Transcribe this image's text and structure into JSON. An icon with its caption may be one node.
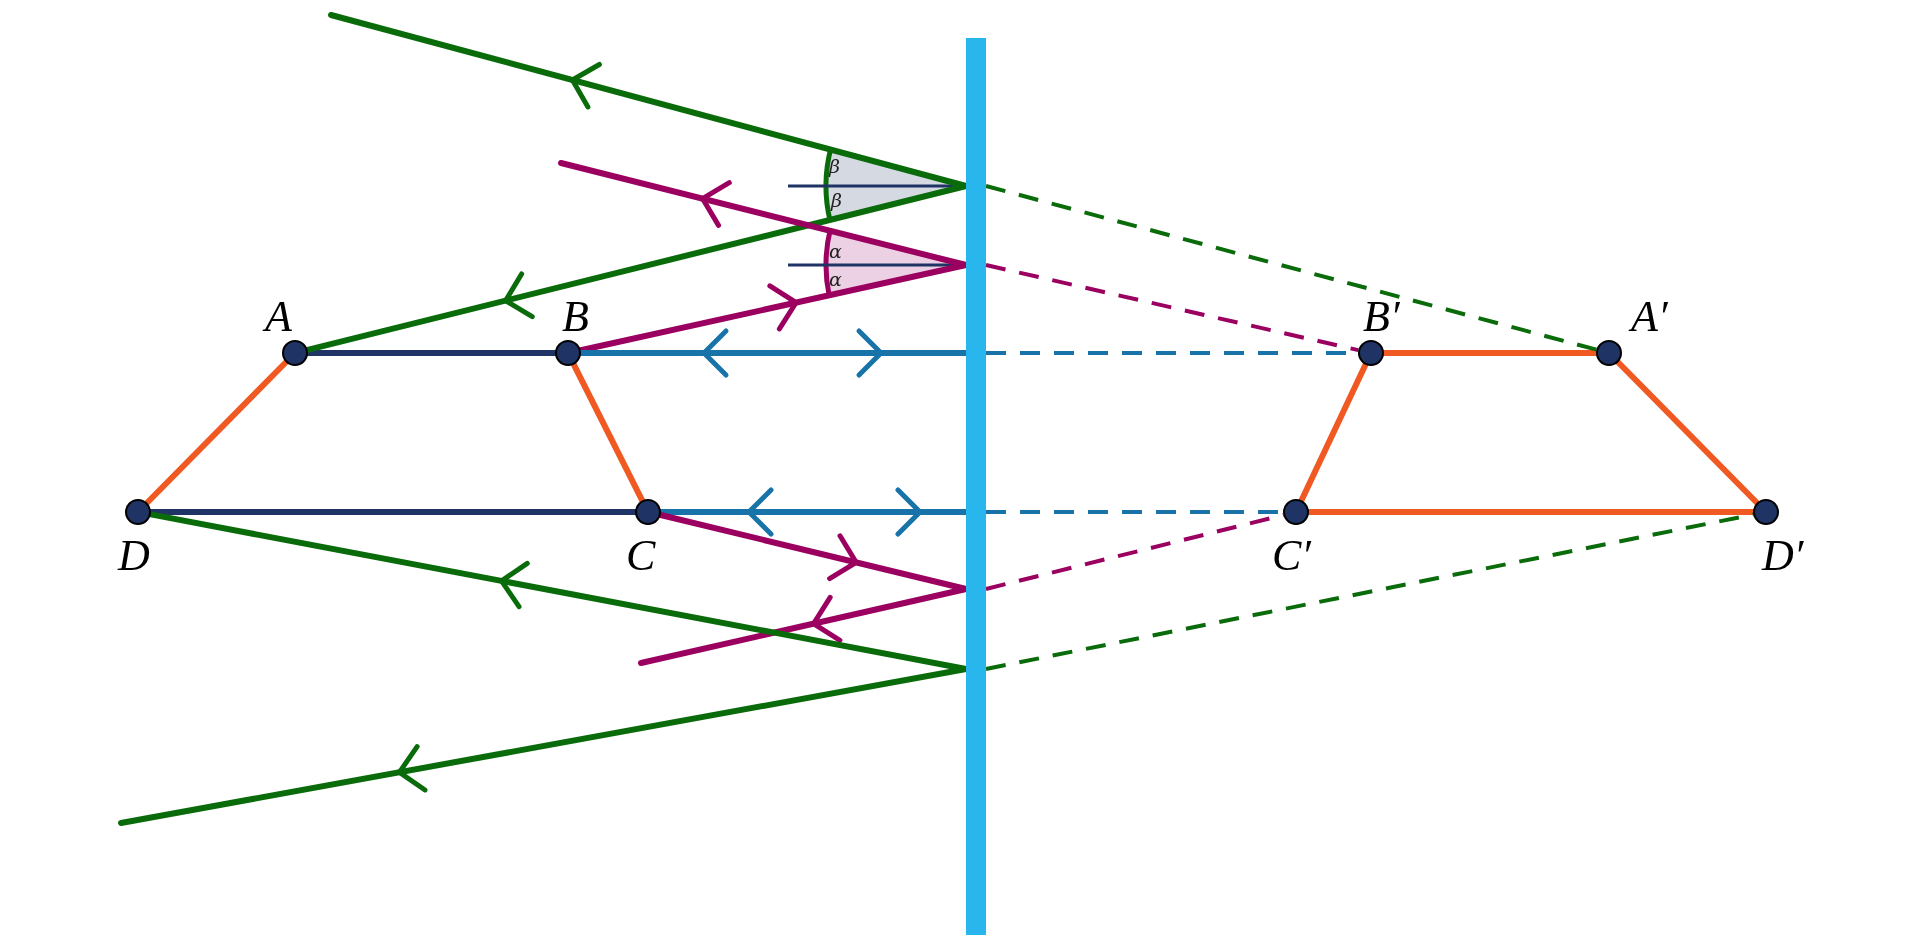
{
  "diagram": {
    "nodes": [
      {
        "text": [],
        "shape": "bar"
      },
      {
        "text": [],
        "shape": "circle",
        "beside": [
          "A"
        ]
      },
      {
        "text": [],
        "shape": "circle",
        "beside": [
          "B"
        ]
      },
      {
        "text": [],
        "shape": "circle",
        "beside": [
          "B′"
        ]
      },
      {
        "text": [],
        "shape": "circle",
        "beside": [
          "A′"
        ]
      },
      {
        "text": [],
        "shape": "circle",
        "beside": [
          "D"
        ]
      },
      {
        "text": [],
        "shape": "circle",
        "beside": [
          "C"
        ]
      },
      {
        "text": [],
        "shape": "circle",
        "beside": [
          "C′"
        ]
      },
      {
        "text": [],
        "shape": "circle",
        "beside": [
          "D′"
        ]
      }
    ],
    "edges": [
      {
        "from": 1,
        "to": 2,
        "arrow": "none",
        "color": "#1f3464"
      },
      {
        "from": 2,
        "to": 6,
        "arrow": "none"
      },
      {
        "from": 5,
        "to": 6,
        "arrow": "none",
        "color": "#1f3464"
      },
      {
        "from": 1,
        "to": 5,
        "arrow": "none"
      },
      {
        "from": 3,
        "to": 4,
        "arrow": "none"
      },
      {
        "from": 3,
        "to": 7,
        "arrow": "none"
      },
      {
        "from": 7,
        "to": 8,
        "arrow": "none"
      },
      {
        "from": 4,
        "to": 8,
        "arrow": "none"
      },
      {
        "from": 0,
        "to": 1,
        "arrow": "to",
        "color": "#0a6b0a"
      },
      {
        "from": 0,
        "to": null,
        "arrow": "to",
        "color": "#0a6b0a"
      },
      {
        "from": 2,
        "to": 0,
        "arrow": "to",
        "color": "#9b0060"
      },
      {
        "from": 0,
        "to": null,
        "arrow": "to",
        "color": "#9b0060"
      },
      {
        "from": 2,
        "to": 0,
        "arrow": "both",
        "color": "#1874a8"
      },
      {
        "from": 6,
        "to": 0,
        "arrow": "both",
        "color": "#1874a8"
      },
      {
        "from": 6,
        "to": 0,
        "arrow": "to",
        "color": "#9b0060"
      },
      {
        "from": 0,
        "to": null,
        "arrow": "to",
        "color": "#9b0060"
      },
      {
        "from": 0,
        "to": 5,
        "arrow": "to",
        "color": "#0a6b0a"
      },
      {
        "from": 0,
        "to": null,
        "arrow": "to",
        "color": "#0a6b0a"
      },
      {
        "from": 0,
        "to": 4,
        "arrow": "none",
        "style": "dashed",
        "color": "#0a6b0a"
      },
      {
        "from": 0,
        "to": 3,
        "arrow": "none",
        "style": "dashed",
        "color": "#9b0060"
      },
      {
        "from": 0,
        "to": 3,
        "arrow": "none",
        "style": "dashed",
        "color": "#1874a8"
      },
      {
        "from": 0,
        "to": 7,
        "arrow": "none",
        "style": "dashed",
        "color": "#1874a8"
      },
      {
        "from": 0,
        "to": 7,
        "arrow": "none",
        "style": "dashed",
        "color": "#9b0060"
      },
      {
        "from": 0,
        "to": 8,
        "arrow": "none",
        "style": "dashed",
        "color": "#0a6b0a"
      }
    ],
    "labels": [
      "β",
      "β",
      "α",
      "α"
    ]
  }
}
